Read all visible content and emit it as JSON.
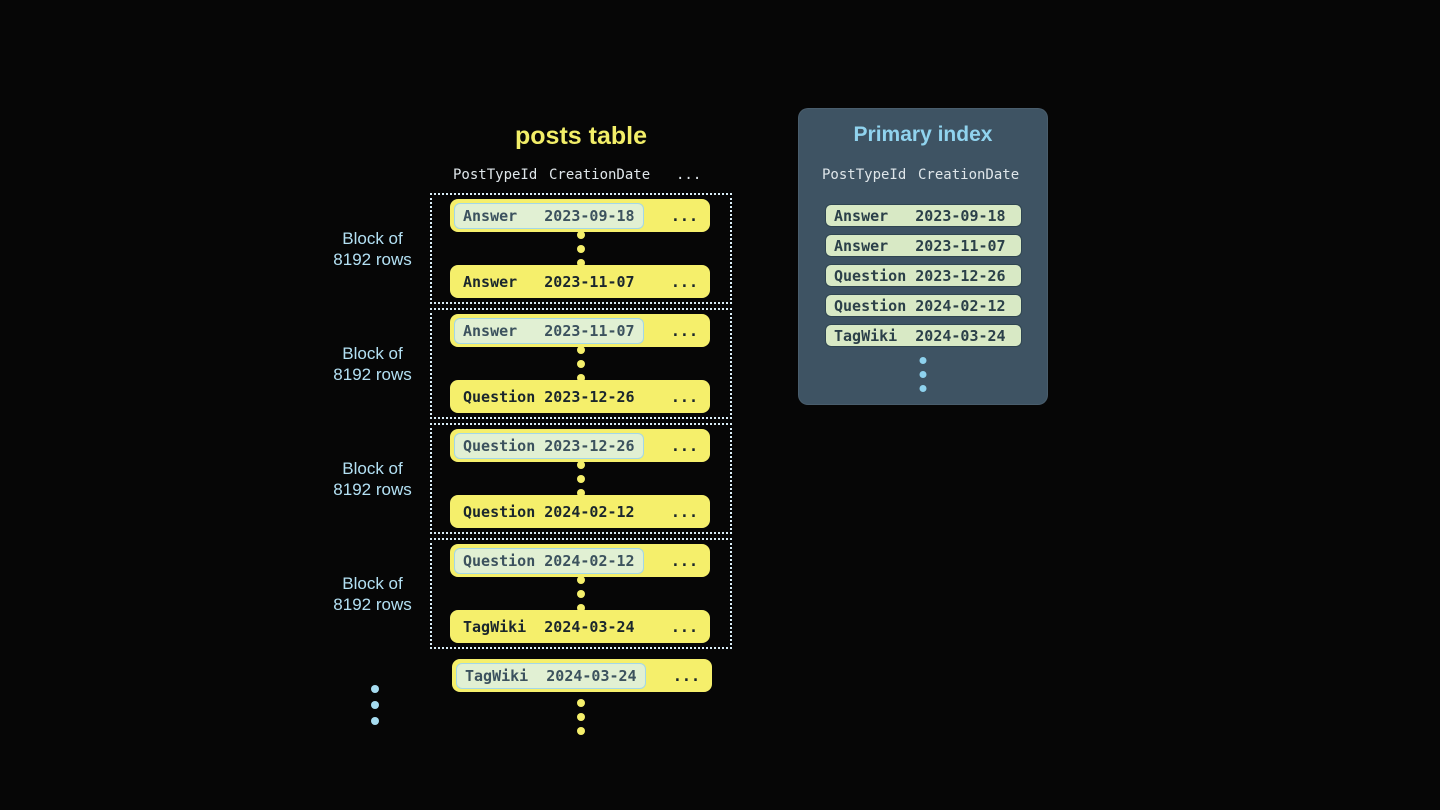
{
  "posts_table": {
    "title": "posts table",
    "header": {
      "col1": "PostTypeId",
      "col2": "CreationDate",
      "more": "..."
    },
    "block_label": {
      "line1": "Block of",
      "line2": "8192 rows"
    },
    "row_ellipsis": "...",
    "blocks": [
      {
        "first_row": {
          "post_type": "Answer",
          "creation_date": "2023-09-18"
        },
        "last_row": {
          "post_type": "Answer",
          "creation_date": "2023-11-07"
        }
      },
      {
        "first_row": {
          "post_type": "Answer",
          "creation_date": "2023-11-07"
        },
        "last_row": {
          "post_type": "Question",
          "creation_date": "2023-12-26"
        }
      },
      {
        "first_row": {
          "post_type": "Question",
          "creation_date": "2023-12-26"
        },
        "last_row": {
          "post_type": "Question",
          "creation_date": "2024-02-12"
        }
      },
      {
        "first_row": {
          "post_type": "Question",
          "creation_date": "2024-02-12"
        },
        "last_row": {
          "post_type": "TagWiki",
          "creation_date": "2024-03-24"
        }
      }
    ],
    "next_block_first_row": {
      "post_type": "TagWiki",
      "creation_date": "2024-03-24"
    }
  },
  "primary_index": {
    "title": "Primary index",
    "header": {
      "col1": "PostTypeId",
      "col2": "CreationDate"
    },
    "rows": [
      {
        "post_type": "Answer",
        "creation_date": "2023-09-18"
      },
      {
        "post_type": "Answer",
        "creation_date": "2023-11-07"
      },
      {
        "post_type": "Question",
        "creation_date": "2023-12-26"
      },
      {
        "post_type": "Question",
        "creation_date": "2024-02-12"
      },
      {
        "post_type": "TagWiki",
        "creation_date": "2024-03-24"
      }
    ]
  },
  "colors": {
    "background": "#060606",
    "row_yellow": "#f5ef6b",
    "row_text_dark": "#1a262d",
    "highlight_green": "#e1f0d3",
    "highlight_border_blue": "#a3d7e7",
    "highlight_text_slate": "#3c525e",
    "panel_bg": "#3e5363",
    "panel_title_blue": "#90d3ee",
    "index_pill_green": "#d8e9c5",
    "index_pill_border": "#2f4551",
    "label_light_blue": "#b3e0f3",
    "header_text": "#dfe6ea",
    "dotted_border": "#d9edf7",
    "dot_blue": "#a6dcf0",
    "title_yellow": "#f2ee68"
  }
}
